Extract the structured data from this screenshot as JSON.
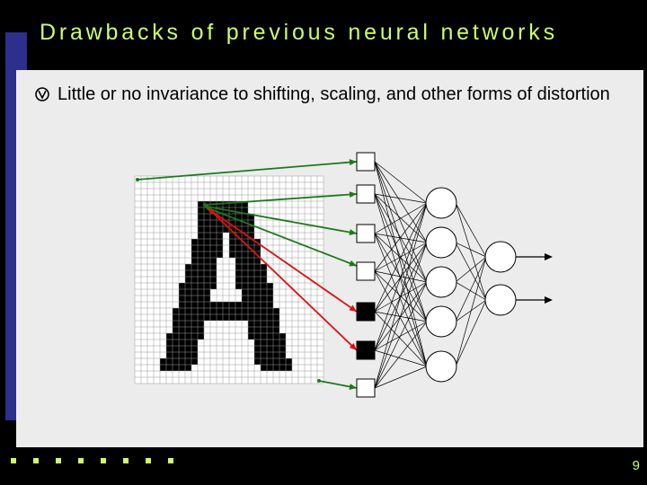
{
  "slide": {
    "title": "Drawbacks of previous neural networks",
    "bullet": "Little or no invariance to shifting, scaling, and other forms of distortion",
    "page_number": "9"
  },
  "colors": {
    "background": "#000000",
    "title": "#ccff66",
    "panel": "#ececec",
    "sidebar": "#2e2e8c",
    "green_arrow": "#1a7a1a",
    "red_arrow": "#dd1111"
  },
  "icons": {
    "bullet": "compass-bullet-icon",
    "bottom_bar": "square-dots-icon"
  }
}
